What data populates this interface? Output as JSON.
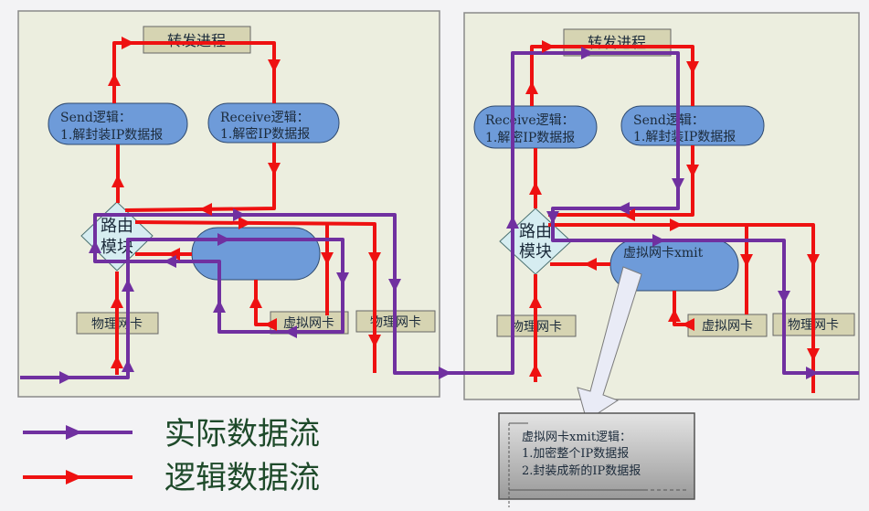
{
  "colors": {
    "logical_flow": "#ee1111",
    "actual_flow": "#7030a0",
    "panel_bg": "#eceedf",
    "box_fill": "#d6d4b2",
    "ellipse_fill": "#6e9bd9",
    "diamond_fill": "#d6edf1"
  },
  "left_host": {
    "forward_process": "转发进程",
    "send_logic": {
      "title": "Send逻辑：",
      "line1": "1.解封装IP数据报"
    },
    "receive_logic": {
      "title": "Receive逻辑：",
      "line1": "1.解密IP数据报"
    },
    "router": {
      "line1": "路由",
      "line2": "模块"
    },
    "physical_nic_left": "物理网卡",
    "virtual_nic": "虚拟网卡",
    "physical_nic_right": "物理网卡"
  },
  "right_host": {
    "forward_process": "转发进程",
    "receive_logic": {
      "title": "Receive逻辑：",
      "line1": "1.解密IP数据报"
    },
    "send_logic": {
      "title": "Send逻辑：",
      "line1": "1.解封装IP数据报"
    },
    "router": {
      "line1": "路由",
      "line2": "模块"
    },
    "xmit": "虚拟网卡xmit",
    "physical_nic_left": "物理网卡",
    "virtual_nic": "虚拟网卡",
    "physical_nic_right": "物理网卡"
  },
  "callout": {
    "title": "虚拟网卡xmit逻辑：",
    "line1": "1.加密整个IP数据报",
    "line2": "2.封装成新的IP数据报"
  },
  "legend": {
    "actual": "实际数据流",
    "logical": "逻辑数据流"
  }
}
